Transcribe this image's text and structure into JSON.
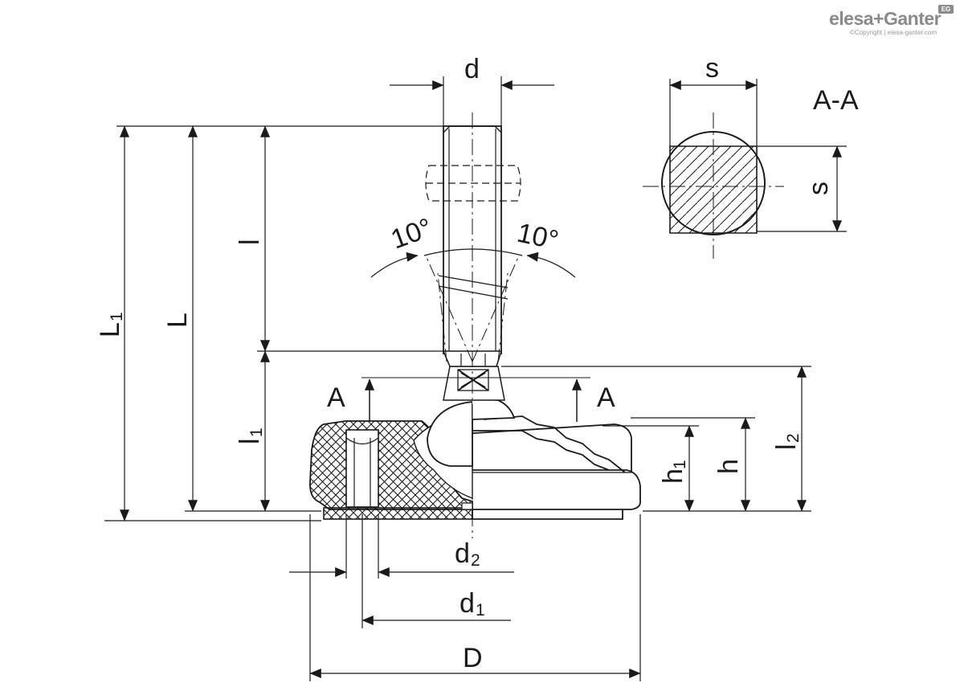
{
  "brand": {
    "name": "elesa+Ganter",
    "copyright": "©Copyright | elesa-ganter.com",
    "badge": "EG"
  },
  "section_title": "A-A",
  "labels": {
    "d": "d",
    "s_top": "s",
    "s_side": "s",
    "angle_left": "10°",
    "angle_right": "10°",
    "L1_main": "L",
    "L1_sub": "1",
    "L": "L",
    "l": "l",
    "l1_main": "l",
    "l1_sub": "1",
    "l2_main": "l",
    "l2_sub": "2",
    "h1_main": "h",
    "h1_sub": "1",
    "h": "h",
    "d2_main": "d",
    "d2_sub": "2",
    "d1_main": "d",
    "d1_sub": "1",
    "D": "D",
    "section_left": "A",
    "section_right": "A"
  },
  "colors": {
    "ink": "#1a1a1a",
    "brand": "#8a8a8a"
  }
}
